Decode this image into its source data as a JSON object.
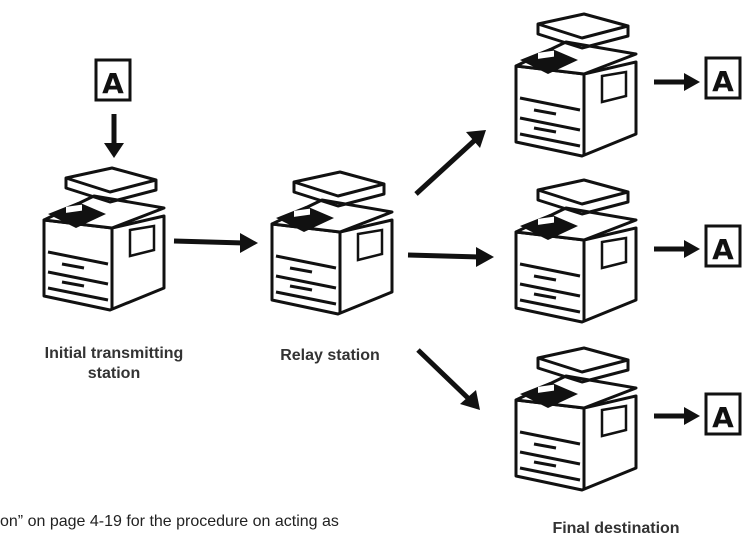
{
  "document_letter": "A",
  "labels": {
    "initial_line1": "Initial transmitting",
    "initial_line2": "station",
    "relay": "Relay station",
    "final": "Final destination"
  },
  "footnote": "on” on page 4-19 for the procedure on acting as"
}
